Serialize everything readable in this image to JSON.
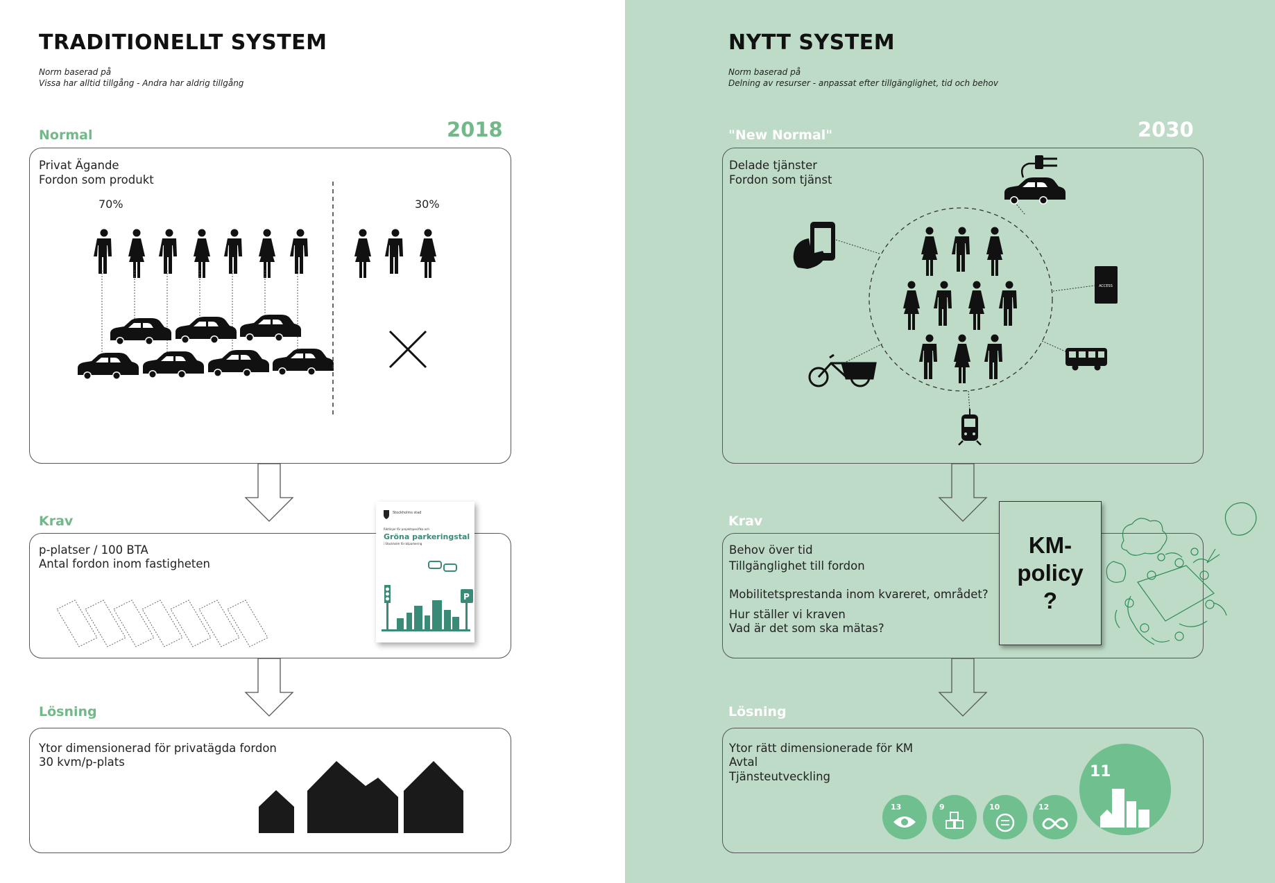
{
  "left": {
    "title": "TRADITIONELLT SYSTEM",
    "subtitle_line1": "Norm baserad på",
    "subtitle_line2": "Vissa har alltid tillgång - Andra har aldrig tillgång",
    "normal": {
      "label": "Normal",
      "year": "2018",
      "line1": "Privat Ägande",
      "line2": "Fordon som produkt",
      "pct_owners": "70%",
      "pct_non_owners": "30%"
    },
    "krav": {
      "label": "Krav",
      "line1": "p-platser / 100 BTA",
      "line2": "Antal fordon inom fastigheten",
      "report": {
        "org": "Stockholms stad",
        "overline": "Riktlinjer för projektspecifika och",
        "title": "Gröna parkeringstal",
        "subline": "i Stockholm för bilparkering"
      }
    },
    "losning": {
      "label": "Lösning",
      "line1": "Ytor dimensionerad för privatägda fordon",
      "line2": "30 kvm/p-plats"
    }
  },
  "right": {
    "title": "NYTT SYSTEM",
    "subtitle_line1": "Norm baserad på",
    "subtitle_line2": "Delning av resurser - anpassat efter tillgänglighet, tid och behov",
    "normal": {
      "label": "\"New Normal\"",
      "year": "2030",
      "line1": "Delade tjänster",
      "line2": "Fordon som tjänst",
      "keycard_text": "ACCESS"
    },
    "krav": {
      "label": "Krav",
      "line1": "Behov över tid",
      "line2": "Tillgänglighet till fordon",
      "line3": "Mobilitetsprestanda inom kvareret, området?",
      "line4": "Hur ställer vi kraven",
      "line5": "Vad är det som ska mätas?",
      "km_policy": "KM-\npolicy\n?"
    },
    "losning": {
      "label": "Lösning",
      "line1": "Ytor rätt dimensionerade för KM",
      "line2": "Avtal",
      "line3": "Tjänsteutveckling",
      "sdg": [
        "13",
        "9",
        "10",
        "12",
        "11"
      ]
    }
  },
  "colors": {
    "accent_green": "#72b889",
    "right_background": "#bddbc6",
    "sdg_green": "#6fbf8f",
    "report_teal": "#3a8a78"
  }
}
